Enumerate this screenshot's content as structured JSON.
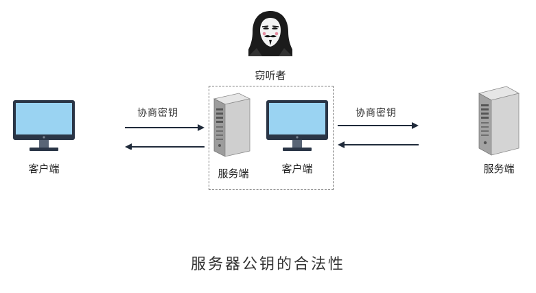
{
  "diagram": {
    "eavesdropper_label": "窃听者",
    "left_client_label": "客户端",
    "middle_server_label": "服务端",
    "middle_client_label": "客户端",
    "right_server_label": "服务端",
    "left_arrow_label": "协商密钥",
    "right_arrow_label": "协商密钥",
    "title": "服务器公钥的合法性"
  },
  "icons": {
    "hacker": "hacker-icon",
    "monitor": "monitor-icon",
    "server": "server-tower-icon"
  },
  "colors": {
    "screen": "#9ad3f2",
    "bezel": "#2a3546",
    "server_body": "#c9c9c9",
    "arrow": "#1f2a3a",
    "hacker_hood": "#1b1b1b"
  }
}
